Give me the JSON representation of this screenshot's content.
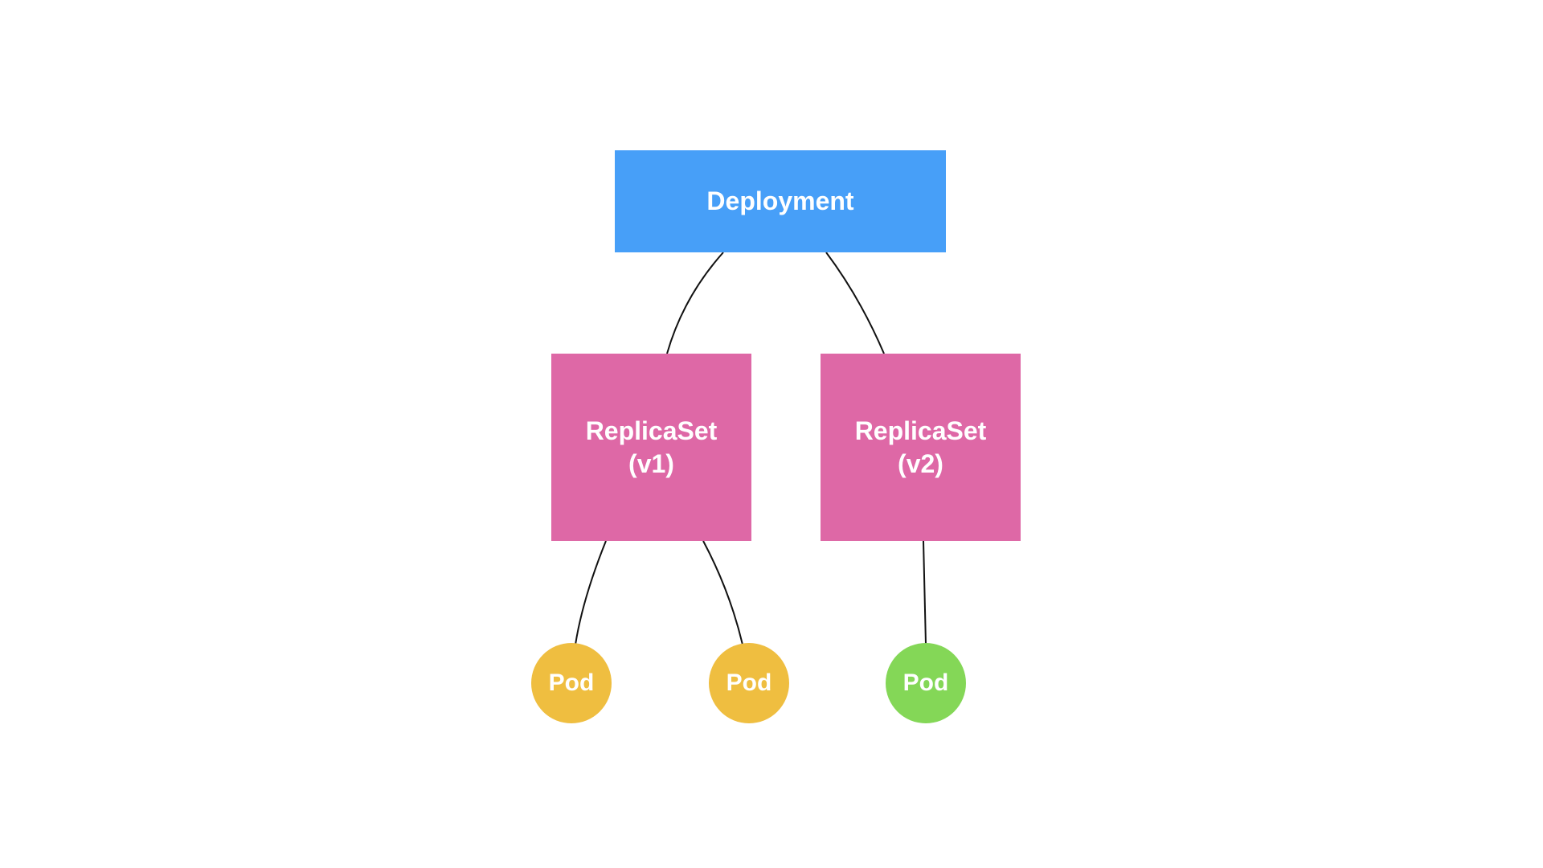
{
  "deployment": {
    "label": "Deployment",
    "color": "#479ff8"
  },
  "replicasets": [
    {
      "name": "ReplicaSet",
      "version": "(v1)",
      "color": "#de68a6"
    },
    {
      "name": "ReplicaSet",
      "version": "(v2)",
      "color": "#de68a6"
    }
  ],
  "pods": [
    {
      "label": "Pod",
      "color": "#efbe40",
      "replicaset": "(v1)"
    },
    {
      "label": "Pod",
      "color": "#efbe40",
      "replicaset": "(v1)"
    },
    {
      "label": "Pod",
      "color": "#84d757",
      "replicaset": "(v2)"
    }
  ]
}
